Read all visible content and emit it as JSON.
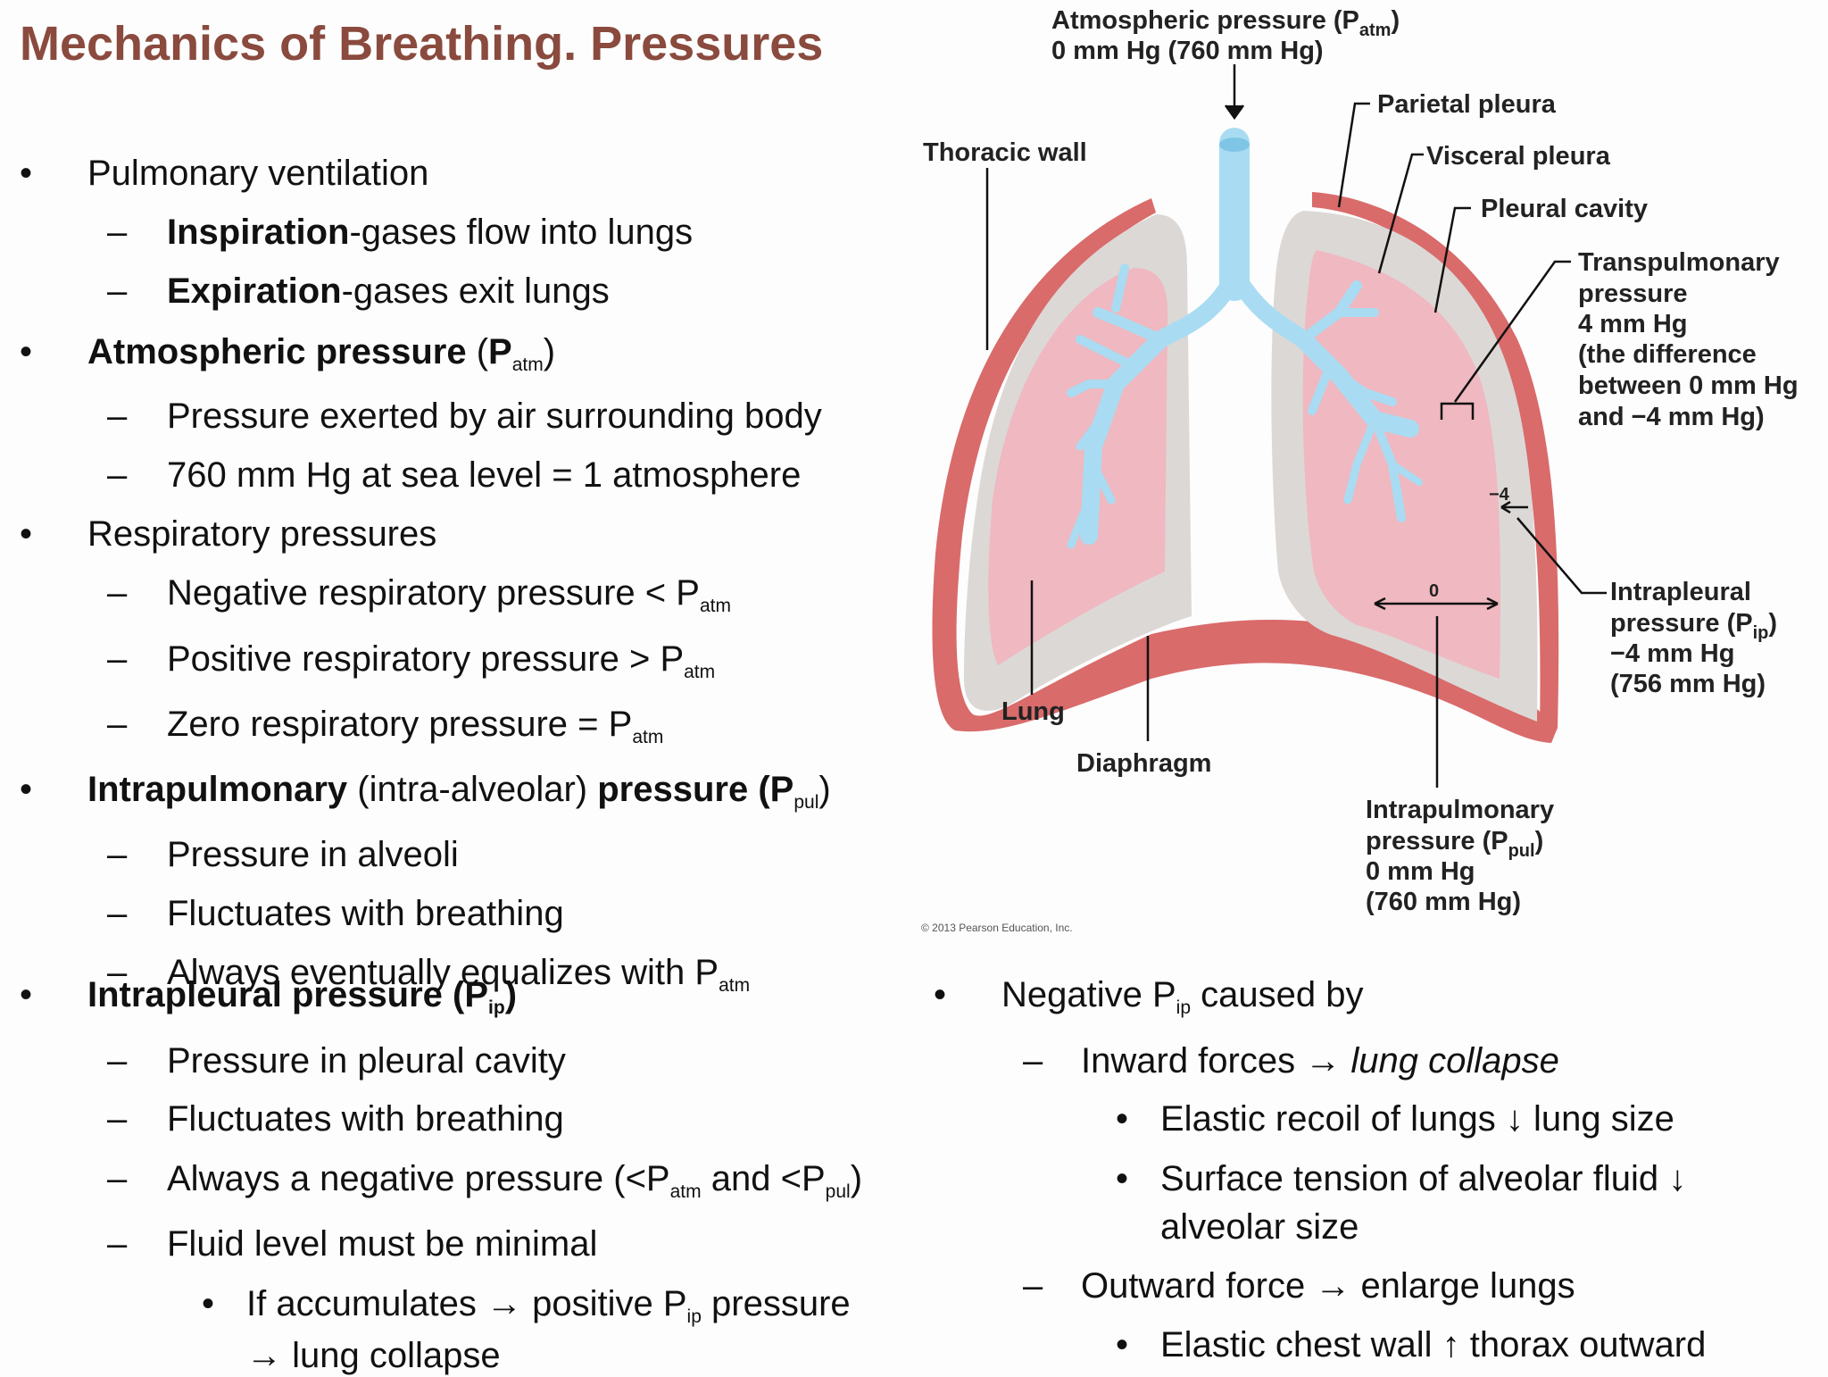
{
  "slide": {
    "title": "Mechanics of Breathing. Pressures"
  },
  "left_column": {
    "b1": "Pulmonary ventilation",
    "b1_s1_bold": "Inspiration",
    "b1_s1_rest": "-gases flow into lungs",
    "b1_s2_bold": "Expiration",
    "b1_s2_rest": "-gases exit lungs",
    "b2_bold": "Atmospheric pressure",
    "b2_open": " (",
    "b2_p": "P",
    "b2_sub": "atm",
    "b2_close": ")",
    "b2_s1": "Pressure exerted by air surrounding body",
    "b2_s2": "760 mm Hg at sea level = 1 atmosphere",
    "b3": "Respiratory pressures",
    "b3_s1": "Negative respiratory pressure < P",
    "b3_s2": "Positive respiratory pressure > P",
    "b3_s3": "Zero respiratory pressure = P",
    "sub_atm": "atm",
    "b4_bold": "Intrapulmonary",
    "b4_mid": " (intra-alveolar) ",
    "b4_bold2": "pressure (P",
    "b4_sub": "pul",
    "b4_close": ")",
    "b4_s1": "Pressure in alveoli",
    "b4_s2": "Fluctuates with breathing",
    "b4_s3": "Always eventually equalizes with P",
    "b5_bold": "Intrapleural pressure (P",
    "b5_sub": "ip",
    "b5_close": ")",
    "b5_s1": "Pressure in pleural cavity",
    "b5_s2": "Fluctuates with breathing",
    "b5_s3_a": "Always a negative pressure (<P",
    "b5_s3_sub1": "atm",
    "b5_s3_b": " and <P",
    "b5_s3_sub2": "pul",
    "b5_s3_c": ")",
    "b5_s4": "Fluid level must be minimal",
    "b5_s4_1a": "If accumulates → positive P",
    "b5_s4_1sub": "ip",
    "b5_s4_1b": " pressure",
    "b5_s4_2": "→ lung collapse",
    "bullet": "•",
    "dash": "–"
  },
  "right_column": {
    "b1a": "Negative P",
    "b1sub": "ip",
    "b1b": " caused by",
    "s1a": "Inward forces → ",
    "s1b": "lung collapse",
    "s1_1": "Elastic recoil of lungs ↓ lung size",
    "s1_2a": "Surface tension of alveolar fluid ↓",
    "s1_2b": "alveolar size",
    "s2": "Outward force → enlarge lungs",
    "s2_1": "Elastic chest wall ↑ thorax outward"
  },
  "diagram": {
    "atm_label_1": "Atmospheric pressure (P",
    "atm_label_sub": "atm",
    "atm_label_close": ")",
    "atm_label_2": "0 mm Hg (760 mm Hg)",
    "thoracic_wall": "Thoracic wall",
    "parietal_pleura": "Parietal pleura",
    "visceral_pleura": "Visceral pleura",
    "pleural_cavity": "Pleural cavity",
    "transpulmonary_1": "Transpulmonary",
    "transpulmonary_2": "pressure",
    "transpulmonary_3": "4 mm Hg",
    "transpulmonary_4": "(the difference",
    "transpulmonary_5": "between 0 mm Hg",
    "transpulmonary_6": "and −4 mm Hg)",
    "minus4": "−4",
    "zero": "0",
    "intrapleural_1": "Intrapleural",
    "intrapleural_2": "pressure (P",
    "intrapleural_sub": "ip",
    "intrapleural_close": ")",
    "intrapleural_3": "−4 mm Hg",
    "intrapleural_4": "(756 mm Hg)",
    "lung": "Lung",
    "diaphragm": "Diaphragm",
    "intrapulmonary_1": "Intrapulmonary",
    "intrapulmonary_2": "pressure (P",
    "intrapulmonary_sub": "pul",
    "intrapulmonary_close": ")",
    "intrapulmonary_3": "0 mm Hg",
    "intrapulmonary_4": "(760 mm Hg)",
    "copyright": "© 2013 Pearson Education, Inc.",
    "colors": {
      "wall": "#d96b6b",
      "pleura": "#dcd8d6",
      "lung": "#f0b8c0",
      "airway": "#a9dcf2"
    }
  }
}
